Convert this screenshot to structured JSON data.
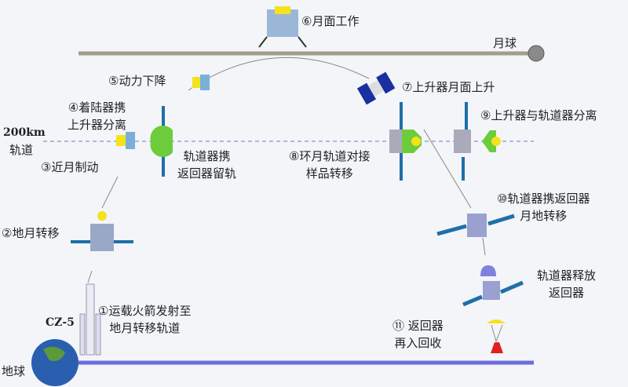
{
  "labels": {
    "moon": "月球",
    "earth": "地球",
    "orbit_alt": "200km",
    "orbit_word": "轨道",
    "rocket": "CZ-5",
    "s1a": "①运载火箭发射至",
    "s1b": "地月转移轨道",
    "s2": "②地月转移",
    "s3": "③近月制动",
    "s4a": "④着陆器携",
    "s4b": "上升器分离",
    "s5": "⑤动力下降",
    "s6": "⑥月面工作",
    "s7": "⑦上升器月面上升",
    "s8a": "⑧环月轨道对接",
    "s8b": "样品转移",
    "s9": "⑨上升器与轨道器分离",
    "s10a": "⑩轨道器携返回器",
    "s10b": "月地转移",
    "stay_a": "轨道器携",
    "stay_b": "返回器留轨",
    "rel_a": "轨道器释放",
    "rel_b": "返回器",
    "s11a": "⑪ 返回器",
    "s11b": "再入回收"
  },
  "colors": {
    "moon_surface": "#a39d8a",
    "earth_surface": "#6c6cdc",
    "panel": "#1f6fa8",
    "green": "#6ccc3c",
    "yellow": "#f4e21c"
  }
}
